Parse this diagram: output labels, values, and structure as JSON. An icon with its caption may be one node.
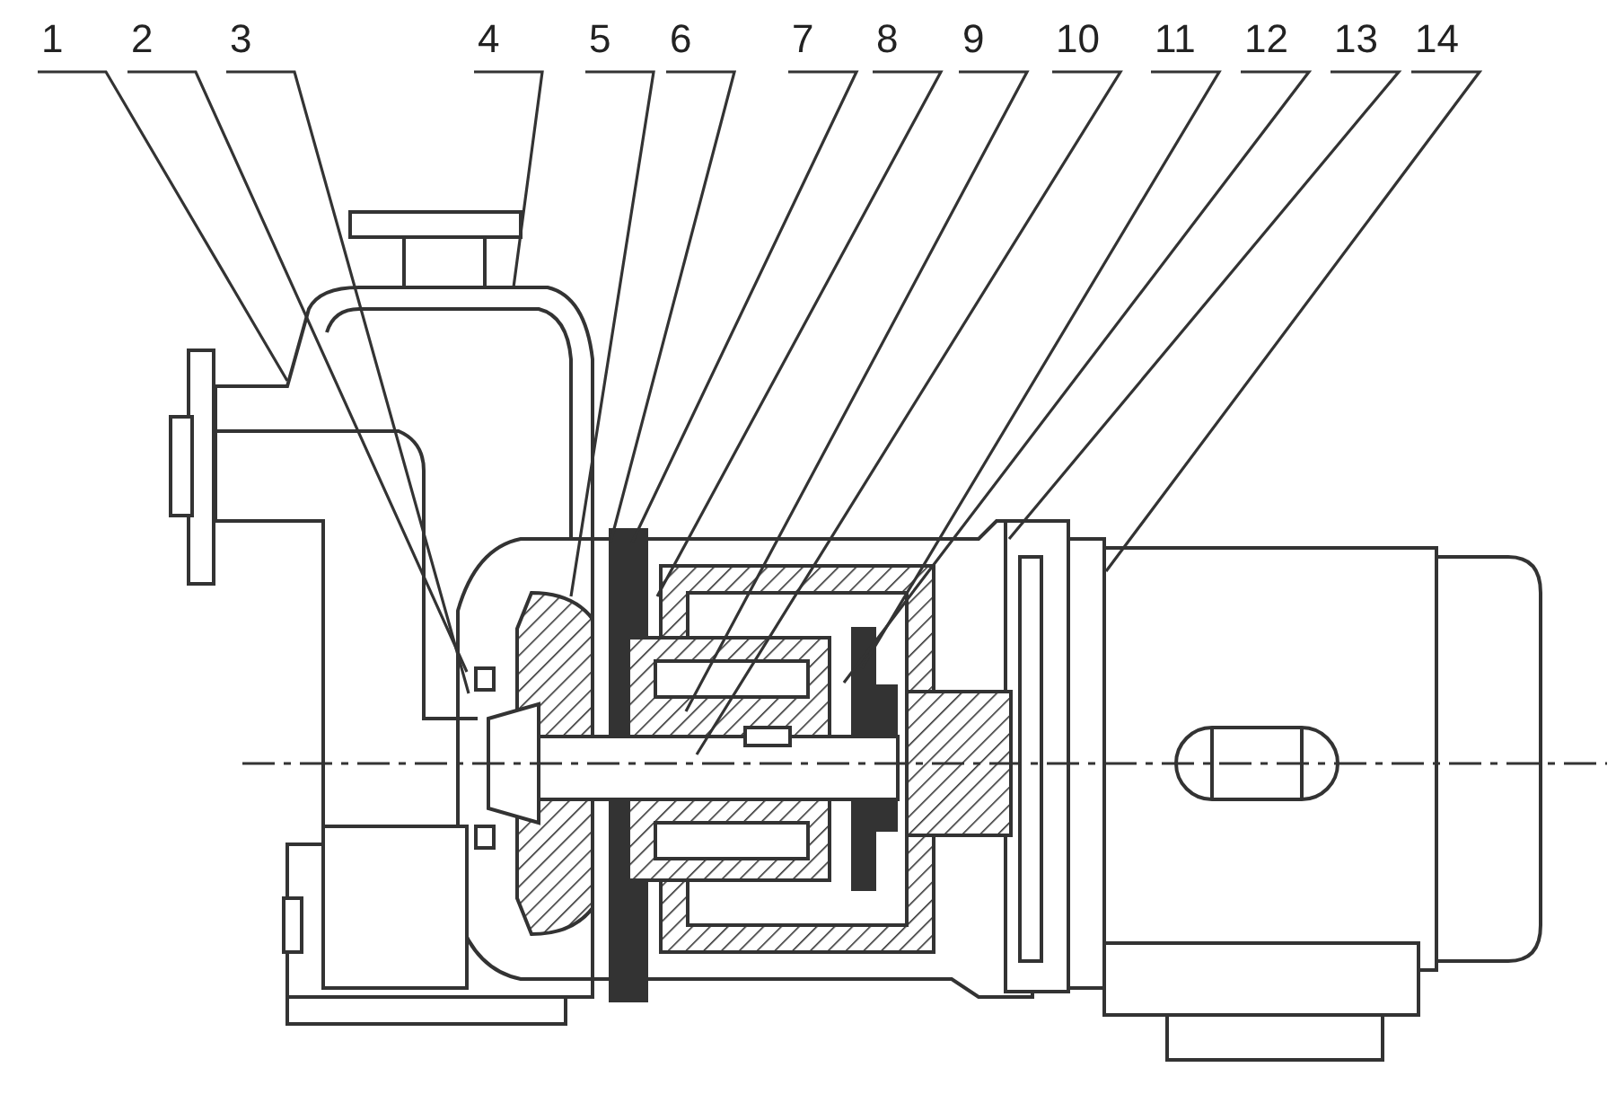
{
  "diagram": {
    "nodes": [
      {
        "text": [
          "1"
        ]
      },
      {
        "text": [
          "2"
        ]
      },
      {
        "text": [
          "3"
        ]
      },
      {
        "text": [
          "4"
        ]
      },
      {
        "text": [
          "5"
        ]
      },
      {
        "text": [
          "6"
        ]
      },
      {
        "text": [
          "7"
        ]
      },
      {
        "text": [
          "8"
        ]
      },
      {
        "text": [
          "9"
        ]
      },
      {
        "text": [
          "10"
        ]
      },
      {
        "text": [
          "11"
        ]
      },
      {
        "text": [
          "12"
        ]
      },
      {
        "text": [
          "13"
        ]
      },
      {
        "text": [
          "14"
        ]
      }
    ],
    "edges": [
      {
        "from": 0,
        "to": null,
        "arrow": "none"
      },
      {
        "from": 1,
        "to": null,
        "arrow": "none"
      },
      {
        "from": 2,
        "to": null,
        "arrow": "none"
      },
      {
        "from": 3,
        "to": null,
        "arrow": "none"
      },
      {
        "from": 4,
        "to": null,
        "arrow": "none"
      },
      {
        "from": 5,
        "to": null,
        "arrow": "none"
      },
      {
        "from": 6,
        "to": null,
        "arrow": "none"
      },
      {
        "from": 7,
        "to": null,
        "arrow": "none"
      },
      {
        "from": 8,
        "to": null,
        "arrow": "none"
      },
      {
        "from": 9,
        "to": null,
        "arrow": "none"
      },
      {
        "from": 10,
        "to": null,
        "arrow": "none"
      },
      {
        "from": 11,
        "to": null,
        "arrow": "none"
      },
      {
        "from": 12,
        "to": null,
        "arrow": "none"
      },
      {
        "from": 13,
        "to": null,
        "arrow": "none"
      }
    ]
  }
}
